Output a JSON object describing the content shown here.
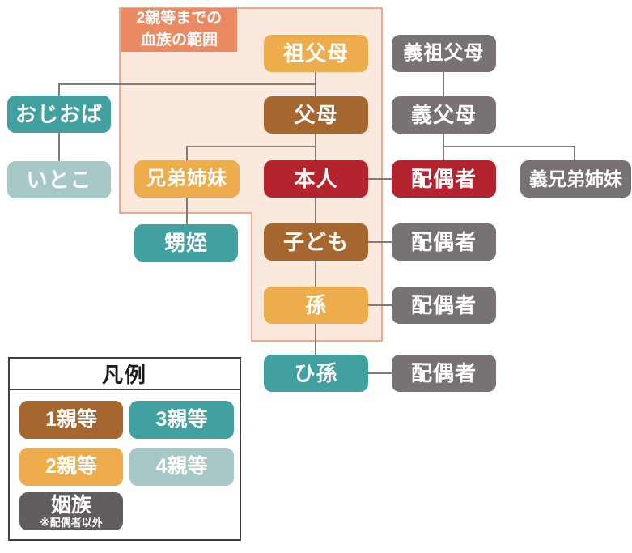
{
  "palette": {
    "deg1": "#A5672F",
    "deg2": "#EDAD4D",
    "deg3": "#40A1A0",
    "deg4": "#A7C8C6",
    "inlaw": "#787273",
    "inlaw_legend": "#625D5D",
    "self_spouse": "#B3242F",
    "region_fill": "#FBE9DE",
    "region_border": "#E9906B",
    "region_label_bg": "#EA8A63",
    "line": "#7E7B7B",
    "legend_border": "#404040",
    "background": "#FFFFFF"
  },
  "region": {
    "label_line1": "2親等までの",
    "label_line2": "血族の範囲"
  },
  "nodes": {
    "grandparents": {
      "label": "祖父母",
      "degree": "2親等"
    },
    "parents": {
      "label": "父母",
      "degree": "1親等"
    },
    "self": {
      "label": "本人",
      "degree": "本人"
    },
    "child": {
      "label": "子ども",
      "degree": "1親等"
    },
    "grandchild": {
      "label": "孫",
      "degree": "2親等"
    },
    "great_grandchild": {
      "label": "ひ孫",
      "degree": "3親等"
    },
    "uncle_aunt": {
      "label": "おじおば",
      "degree": "3親等"
    },
    "cousin": {
      "label": "いとこ",
      "degree": "4親等"
    },
    "siblings": {
      "label": "兄弟姉妹",
      "degree": "2親等"
    },
    "nephew_niece": {
      "label": "甥姪",
      "degree": "3親等"
    },
    "inlaw_grandparents": {
      "label": "義祖父母",
      "degree": "姻族"
    },
    "inlaw_parents": {
      "label": "義父母",
      "degree": "姻族"
    },
    "spouse": {
      "label": "配偶者",
      "degree": "配偶者"
    },
    "inlaw_siblings": {
      "label": "義兄弟姉妹",
      "degree": "姻族"
    },
    "child_spouse": {
      "label": "配偶者",
      "degree": "姻族"
    },
    "grandchild_spouse": {
      "label": "配偶者",
      "degree": "姻族"
    },
    "great_grandchild_spouse": {
      "label": "配偶者",
      "degree": "姻族"
    }
  },
  "legend": {
    "title": "凡例",
    "items": [
      {
        "label": "1親等"
      },
      {
        "label": "2親等"
      },
      {
        "label": "3親等"
      },
      {
        "label": "4親等"
      },
      {
        "label": "姻族",
        "note": "※配偶者以外"
      }
    ]
  }
}
